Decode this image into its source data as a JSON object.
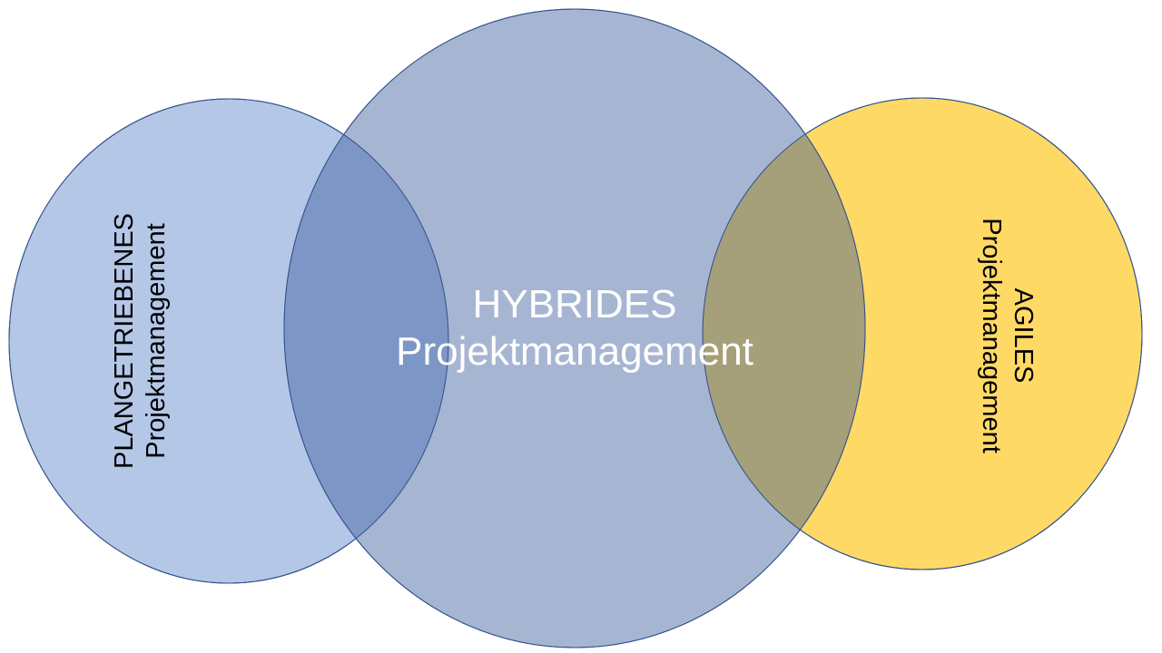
{
  "diagram": {
    "type": "venn",
    "sets": [
      {
        "id": "left",
        "title": "PLANGETRIEBENES",
        "subtitle": "Projektmanagement",
        "color": "#b4c7e7"
      },
      {
        "id": "center",
        "title": "HYBRIDES",
        "subtitle": "Projektmanagement",
        "color": "#a6b6d2"
      },
      {
        "id": "right",
        "title": "AGILES",
        "subtitle": "Projektmanagement",
        "color": "#ffd966"
      }
    ],
    "intersections": [
      {
        "sets": [
          "left",
          "center"
        ],
        "color": "#7d96c5"
      },
      {
        "sets": [
          "center",
          "right"
        ],
        "color": "#a59f7a"
      }
    ],
    "outline_color": "#2f4f8a"
  }
}
